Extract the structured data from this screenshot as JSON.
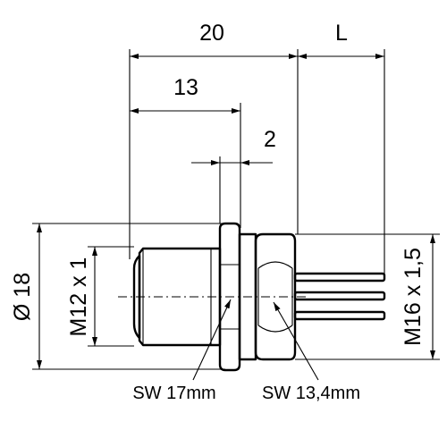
{
  "dimensions": {
    "overall_width": "20",
    "length": "L",
    "body_length": "13",
    "flange_thickness": "2",
    "outer_diameter": "Ø 18",
    "front_thread": "M12 x 1",
    "rear_thread": "M16 x 1,5"
  },
  "callouts": {
    "wrench_front": "SW 17mm",
    "wrench_rear": "SW 13,4mm"
  }
}
